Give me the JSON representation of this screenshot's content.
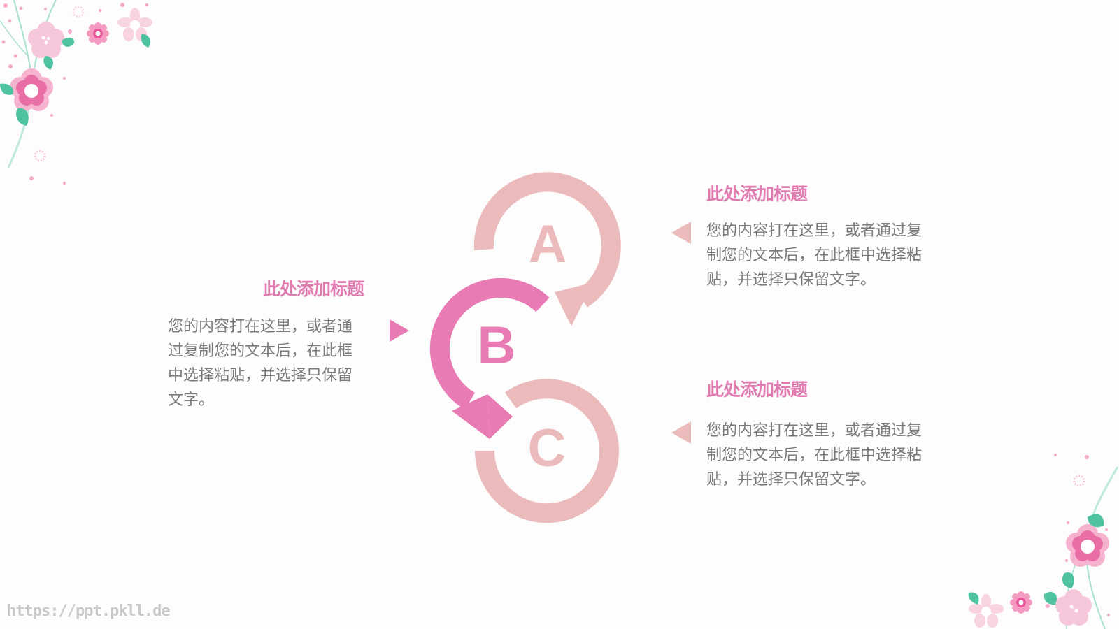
{
  "slide": {
    "background": "#fefdfe",
    "colors": {
      "accent_light": "#ebbbbb",
      "accent_strong": "#e87bb3",
      "title": "#e07bb0",
      "body_text": "#7a7a7a",
      "leaf": "#4fc3a1"
    }
  },
  "diagram": {
    "steps": [
      {
        "letter": "A",
        "color": "#ebbbbb"
      },
      {
        "letter": "B",
        "color": "#e87bb3"
      },
      {
        "letter": "C",
        "color": "#ebbbbb"
      }
    ]
  },
  "blocks": {
    "top_right": {
      "title": "此处添加标题",
      "lines": [
        "您的内容打在这里，或者通过复",
        "制您的文本后，在此框中选择粘",
        "贴，并选择只保留文字。"
      ],
      "pointer": "triangle-left"
    },
    "left": {
      "title": "此处添加标题",
      "lines": [
        "您的内容打在这里，或者通",
        "过复制您的文本后，在此框",
        "中选择粘贴，并选择只保留",
        "文字。"
      ],
      "pointer": "triangle-right"
    },
    "bottom_right": {
      "title": "此处添加标题",
      "lines": [
        "您的内容打在这里，或者通过复",
        "制您的文本后，在此框中选择粘",
        "贴，并选择只保留文字。"
      ],
      "pointer": "triangle-left"
    }
  },
  "watermark": "https://ppt.pkll.de"
}
